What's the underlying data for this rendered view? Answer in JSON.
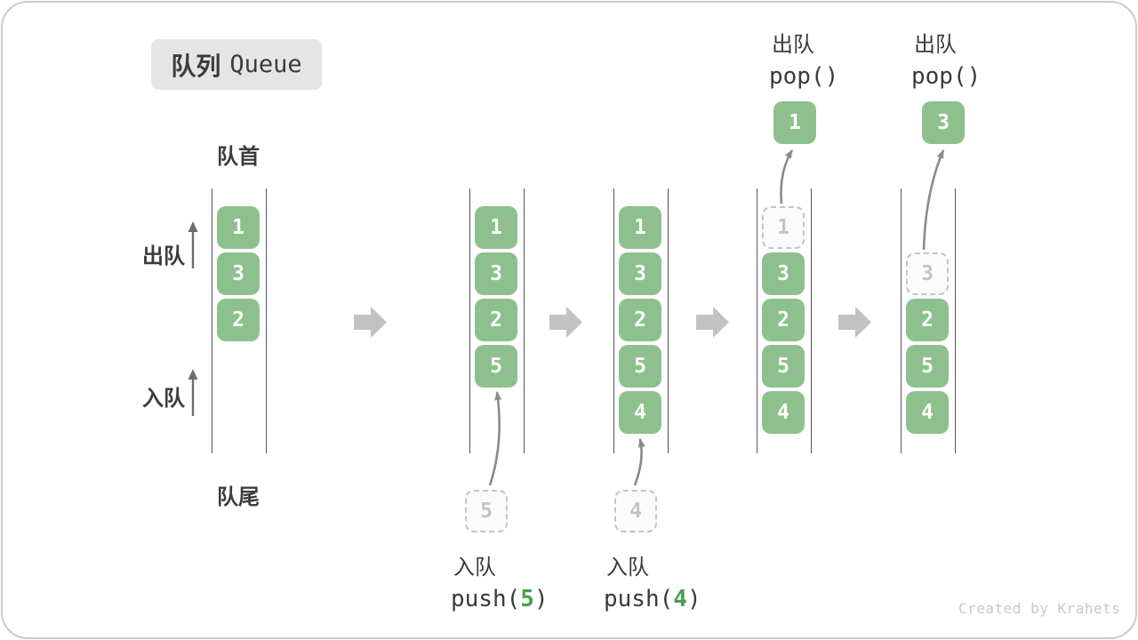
{
  "title": {
    "zh": "队列",
    "en": "Queue"
  },
  "side_labels": {
    "front": "队首",
    "rear": "队尾",
    "dequeue": "出队",
    "enqueue": "入队"
  },
  "watermark": "Created by Krahets",
  "colors": {
    "cell_green": "#8dc08d",
    "code_green": "#4a9e4f",
    "flow_arrow_gray": "#c2c2c2",
    "line_dark": "#555555",
    "dashed_gray": "#c4c4c4",
    "arrow_gray": "#8a8a8a"
  },
  "columns": [
    {
      "name": "state-initial",
      "cells": [
        {
          "value": "1",
          "slot": 0,
          "style": "solid"
        },
        {
          "value": "3",
          "slot": 1,
          "style": "solid"
        },
        {
          "value": "2",
          "slot": 2,
          "style": "solid"
        }
      ]
    },
    {
      "name": "state-after-push-5",
      "cells": [
        {
          "value": "1",
          "slot": 0,
          "style": "solid"
        },
        {
          "value": "3",
          "slot": 1,
          "style": "solid"
        },
        {
          "value": "2",
          "slot": 2,
          "style": "solid"
        },
        {
          "value": "5",
          "slot": 3,
          "style": "solid"
        }
      ]
    },
    {
      "name": "state-after-push-4",
      "cells": [
        {
          "value": "1",
          "slot": 0,
          "style": "solid"
        },
        {
          "value": "3",
          "slot": 1,
          "style": "solid"
        },
        {
          "value": "2",
          "slot": 2,
          "style": "solid"
        },
        {
          "value": "5",
          "slot": 3,
          "style": "solid"
        },
        {
          "value": "4",
          "slot": 4,
          "style": "solid"
        }
      ]
    },
    {
      "name": "state-after-pop-1",
      "cells": [
        {
          "value": "1",
          "slot": 0,
          "style": "dashed"
        },
        {
          "value": "3",
          "slot": 1,
          "style": "solid"
        },
        {
          "value": "2",
          "slot": 2,
          "style": "solid"
        },
        {
          "value": "5",
          "slot": 3,
          "style": "solid"
        },
        {
          "value": "4",
          "slot": 4,
          "style": "solid"
        }
      ]
    },
    {
      "name": "state-after-pop-3",
      "cells": [
        {
          "value": "3",
          "slot": 1,
          "style": "dashed"
        },
        {
          "value": "2",
          "slot": 2,
          "style": "solid"
        },
        {
          "value": "5",
          "slot": 3,
          "style": "solid"
        },
        {
          "value": "4",
          "slot": 4,
          "style": "solid"
        }
      ]
    }
  ],
  "floating_cells": [
    {
      "value": "5",
      "style": "dashed",
      "role": "incoming-below-col2"
    },
    {
      "value": "4",
      "style": "dashed",
      "role": "incoming-below-col3"
    },
    {
      "value": "1",
      "style": "solid",
      "role": "popped-above-col4"
    },
    {
      "value": "3",
      "style": "solid",
      "role": "popped-above-col5"
    }
  ],
  "operations": [
    {
      "zh": "入队",
      "code_prefix": "push(",
      "arg": "5",
      "code_suffix": ")"
    },
    {
      "zh": "入队",
      "code_prefix": "push(",
      "arg": "4",
      "code_suffix": ")"
    },
    {
      "zh": "出队",
      "code": "pop()"
    },
    {
      "zh": "出队",
      "code": "pop()"
    }
  ]
}
